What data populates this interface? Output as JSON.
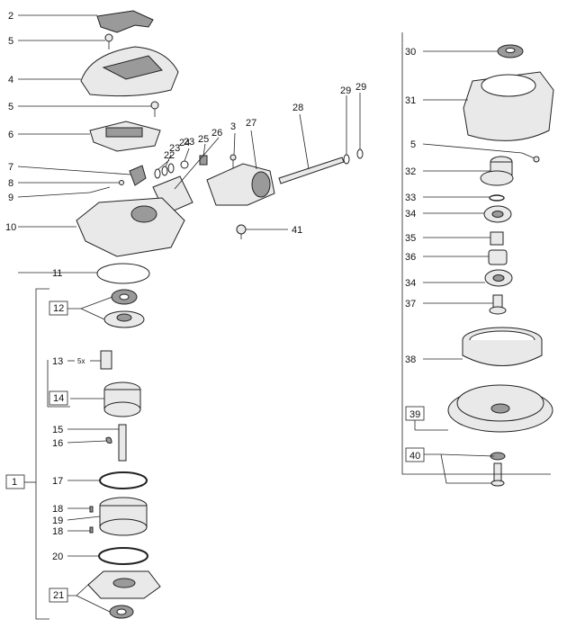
{
  "labels": {
    "l1": "1",
    "l2": "2",
    "l3": "3",
    "l4": "4",
    "l5a": "5",
    "l5b": "5",
    "l5c": "5",
    "l6": "6",
    "l7": "7",
    "l8": "8",
    "l9": "9",
    "l10": "10",
    "l11": "11",
    "l12": "12",
    "l13": "13",
    "l13x": "5x",
    "l14": "14",
    "l15": "15",
    "l16": "16",
    "l17": "17",
    "l18a": "18",
    "l18b": "18",
    "l19": "19",
    "l20": "20",
    "l21": "21",
    "l22": "22",
    "l23a": "23",
    "l23b": "23",
    "l24": "24",
    "l25": "25",
    "l26": "26",
    "l27": "27",
    "l28": "28",
    "l29a": "29",
    "l29b": "29",
    "l30": "30",
    "l31": "31",
    "l32": "32",
    "l33": "33",
    "l34a": "34",
    "l34b": "34",
    "l35": "35",
    "l36": "36",
    "l37": "37",
    "l38": "38",
    "l39": "39",
    "l40": "40",
    "l41": "41"
  },
  "colors": {
    "line": "#222222",
    "part": "#e9e9e9",
    "shade": "#9a9a9a"
  }
}
